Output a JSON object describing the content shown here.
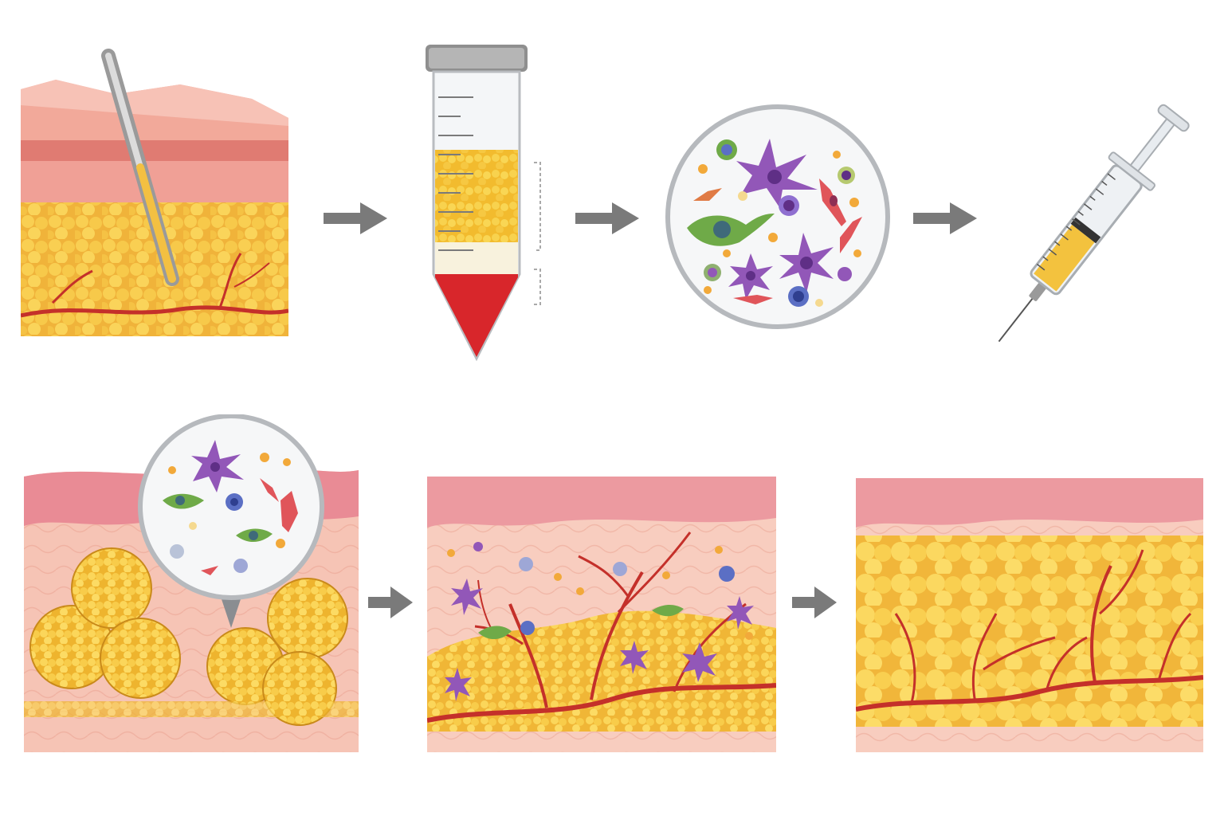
{
  "diagram": {
    "steps": [
      {
        "id": "harvest",
        "icon": "liposuction-cannula-icon"
      },
      {
        "id": "separate",
        "icon": "centrifuge-tube-icon"
      },
      {
        "id": "cells",
        "icon": "stromal-cells-magnified-icon"
      },
      {
        "id": "inject",
        "icon": "syringe-icon"
      },
      {
        "id": "graft",
        "icon": "grafted-fat-with-cells-icon"
      },
      {
        "id": "vascularize",
        "icon": "new-vessel-growth-icon"
      },
      {
        "id": "integrated",
        "icon": "integrated-fat-tissue-icon"
      }
    ],
    "colors": {
      "fat": "#f7c640",
      "fat_shade": "#e9a52a",
      "dermis": "#f4b7ad",
      "epidermis": "#e98b87",
      "vessel": "#c4302a",
      "blood": "#d8262b",
      "arrow": "#7a7a7a",
      "cell_purple": "#9257b8",
      "cell_green": "#6faa48",
      "cell_red": "#e0555a",
      "cell_blue": "#5b6fc4"
    }
  }
}
